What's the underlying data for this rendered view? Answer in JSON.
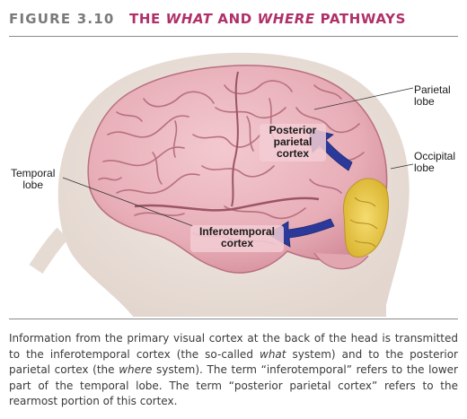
{
  "figure": {
    "number": "FIGURE 3.10",
    "title_parts": [
      "THE ",
      "WHAT",
      " AND ",
      "WHERE",
      " PATHWAYS"
    ]
  },
  "labels": {
    "parietal_lobe": [
      "Parietal",
      "lobe"
    ],
    "occipital_lobe": [
      "Occipital",
      "lobe"
    ],
    "temporal_lobe": [
      "Temporal",
      "lobe"
    ],
    "posterior_parietal_cortex": [
      "Posterior",
      "parietal",
      "cortex"
    ],
    "inferotemporal_cortex": [
      "Inferotemporal",
      "cortex"
    ]
  },
  "caption": {
    "parts": [
      "Information from the primary visual cortex at the back of the head is transmitted to the inferotemporal cortex (the so-called ",
      "what",
      " system) and to the posterior parietal cortex (the ",
      "where",
      " system). The term “inferotemporal” refers to the lower part of the temporal lobe. The term “posterior parietal cortex” refers to the rearmost portion of this cortex."
    ]
  },
  "colors": {
    "title_accent": "#b0306a",
    "brain": "#ecb7bf",
    "occipital": "#e9c94a",
    "arrow": "#2b3a9a"
  },
  "icons": [
    "head-silhouette",
    "brain-illustration",
    "occipital-region",
    "what-pathway-arrow",
    "where-pathway-arrow"
  ]
}
